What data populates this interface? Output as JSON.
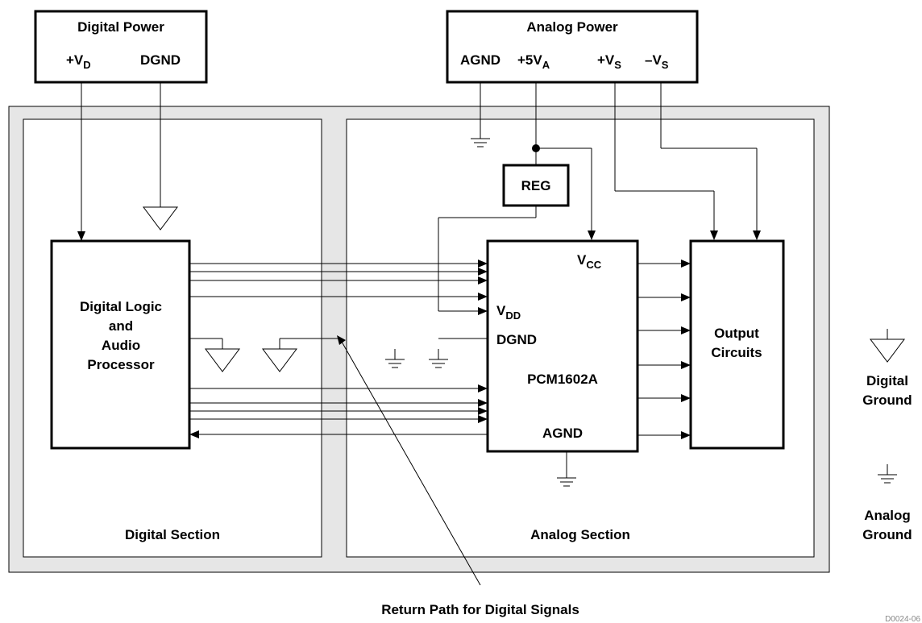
{
  "digital_power": {
    "title": "Digital Power",
    "vd_label": "+V",
    "vd_sub": "D",
    "dgnd_label": "DGND"
  },
  "analog_power": {
    "title": "Analog Power",
    "agnd_label": "AGND",
    "v5a_label": "+5V",
    "v5a_sub": "A",
    "vs_pos_label": "+V",
    "vs_pos_sub": "S",
    "vs_neg_label": "–V",
    "vs_neg_sub": "S"
  },
  "digital_logic": {
    "line1": "Digital Logic",
    "line2": "and",
    "line3": "Audio",
    "line4": "Processor"
  },
  "reg": {
    "label": "REG"
  },
  "pcm": {
    "vcc_label": "V",
    "vcc_sub": "CC",
    "vdd_label": "V",
    "vdd_sub": "DD",
    "dgnd_label": "DGND",
    "name": "PCM1602A",
    "agnd_label": "AGND"
  },
  "output": {
    "line1": "Output",
    "line2": "Circuits"
  },
  "sections": {
    "digital": "Digital Section",
    "analog": "Analog Section"
  },
  "legend": {
    "digital_line1": "Digital",
    "digital_line2": "Ground",
    "analog_line1": "Analog",
    "analog_line2": "Ground"
  },
  "annotation": {
    "return_path": "Return Path for Digital Signals"
  },
  "figure_id": "D0024-06"
}
